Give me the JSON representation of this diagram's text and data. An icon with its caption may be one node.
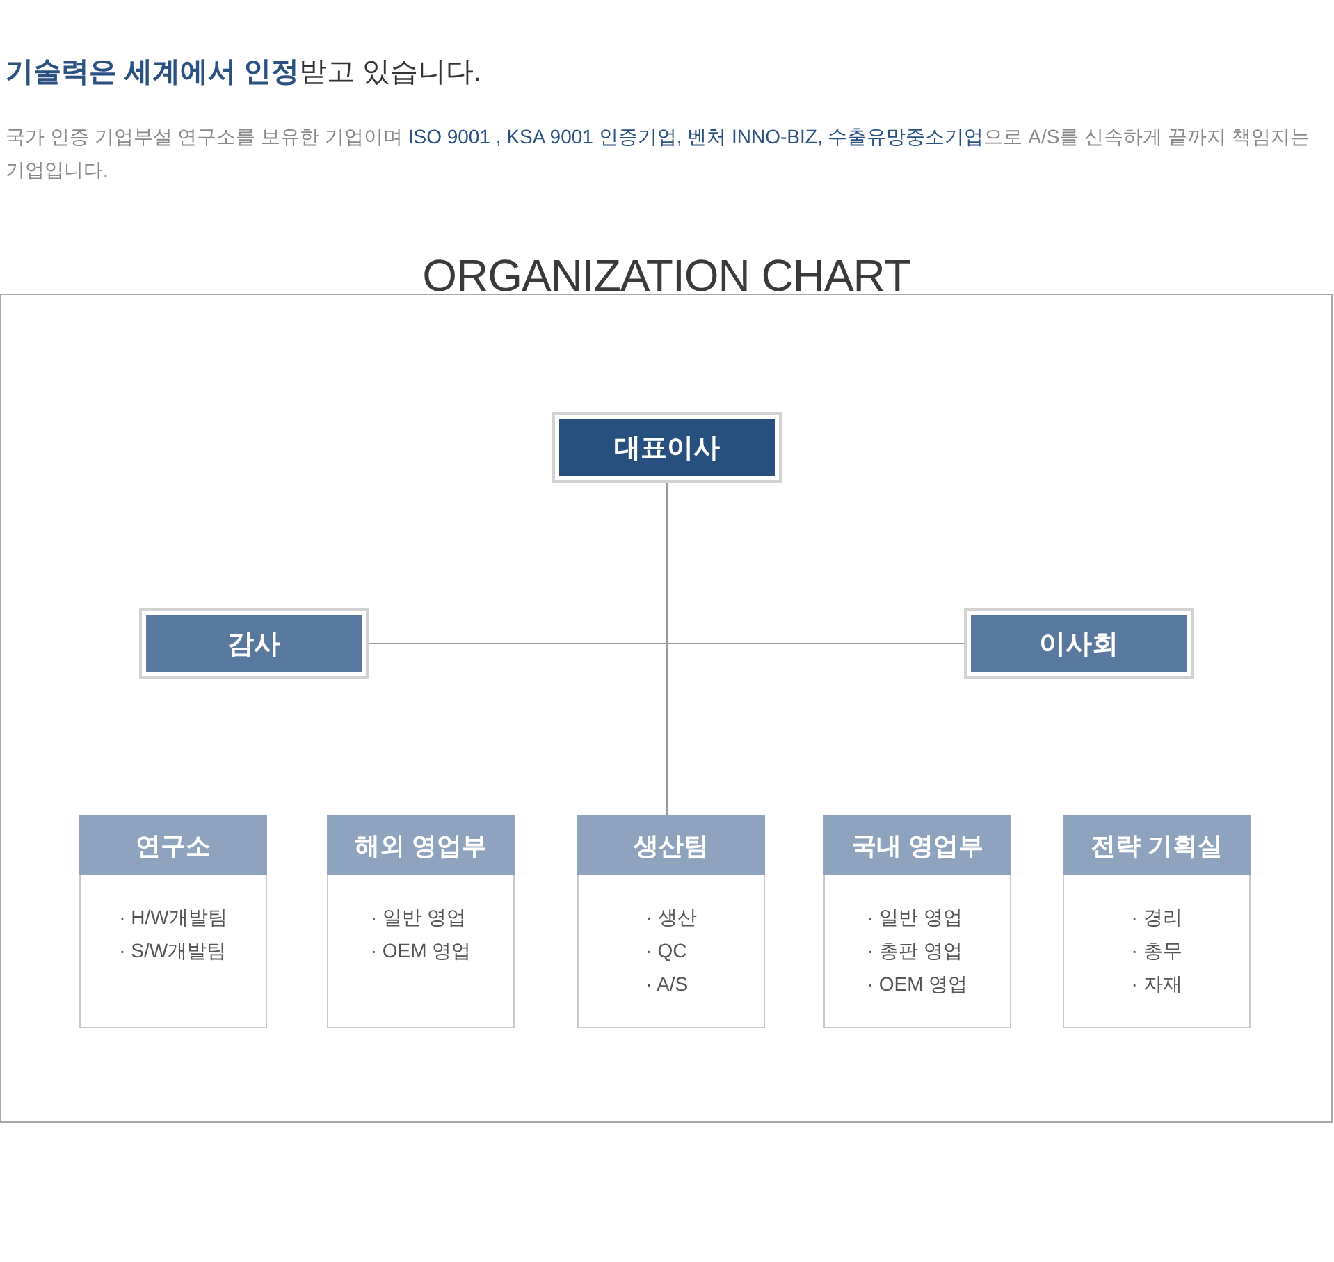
{
  "diagram": {
    "title": "**기술력은 세계에서 인정**받고 있습니다.",
    "nodes": [
      {
        "text": [
          "ORGANIZATION CHART"
        ]
      },
      {
        "text": [
          "대표이사"
        ],
        "in": 0
      },
      {
        "text": [
          "감사"
        ],
        "in": 0
      },
      {
        "text": [
          "이사회"
        ],
        "in": 0
      },
      {
        "text": [
          "연구소",
          "· H/W개발팀",
          "· S/W개발팀"
        ],
        "in": 0
      },
      {
        "text": [
          "해외 영업부",
          "· 일반 영업",
          "· OEM 영업"
        ],
        "in": 0
      },
      {
        "text": [
          "생산팀",
          "· 생산",
          "· QC",
          "· A/S"
        ],
        "in": 0
      },
      {
        "text": [
          "국내 영업부",
          "· 일반 영업",
          "· 총판 영업",
          "· OEM 영업"
        ],
        "in": 0
      },
      {
        "text": [
          "전략 기획실",
          "· 경리",
          "· 총무",
          "· 자재"
        ],
        "in": 0
      }
    ],
    "edges": [
      {
        "from": 1,
        "to": 2,
        "arrow": "none"
      },
      {
        "from": 1,
        "to": 3,
        "arrow": "none"
      },
      {
        "from": 1,
        "to": 6,
        "arrow": "none"
      }
    ],
    "labels": [
      "국가 인증 기업부설 연구소를 보유한 기업이며 **ISO 9001 , KSA 9001 인증기업, 벤처 INNO-BIZ, 수출유망중소기업**으로 A/S를 신속하게 끝까지 책임지는 기업입니다."
    ]
  }
}
